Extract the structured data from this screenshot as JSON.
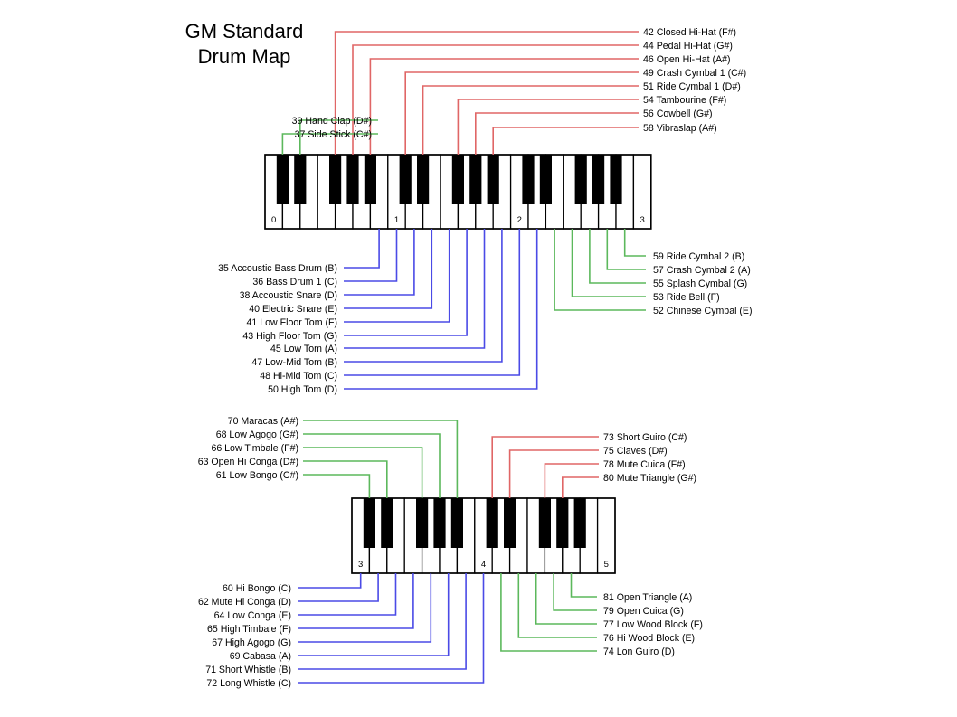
{
  "title": {
    "line1": "GM Standard",
    "line2": "Drum Map"
  },
  "colors": {
    "red": "#e06666",
    "green": "#5cb85c",
    "blue": "#4a4ae6"
  },
  "keyboards": [
    {
      "octave_labels": [
        "0",
        "1",
        "2",
        "3"
      ],
      "top_right": [
        "42 Closed Hi-Hat (F#)",
        "44 Pedal Hi-Hat (G#)",
        "46 Open Hi-Hat (A#)",
        "49 Crash Cymbal 1 (C#)",
        "51 Ride Cymbal 1 (D#)",
        "54 Tambourine (F#)",
        "56 Cowbell (G#)",
        "58 Vibraslap (A#)"
      ],
      "top_left": [
        "39 Hand Clap (D#)",
        "37 Side Stick (C#)"
      ],
      "bottom_left": [
        "35 Accoustic Bass Drum (B)",
        "36 Bass Drum 1 (C)",
        "38 Accoustic Snare (D)",
        "40 Electric Snare (E)",
        "41 Low Floor Tom (F)",
        "43 High Floor Tom (G)",
        "45 Low Tom (A)",
        "47 Low-Mid Tom (B)",
        "48 Hi-Mid Tom (C)",
        "50 High Tom (D)"
      ],
      "bottom_right": [
        "59 Ride Cymbal 2 (B)",
        "57 Crash Cymbal 2 (A)",
        "55 Splash Cymbal (G)",
        "53 Ride Bell (F)",
        "52 Chinese Cymbal (E)"
      ]
    },
    {
      "octave_labels": [
        "3",
        "4",
        "5"
      ],
      "top_left": [
        "70 Maracas (A#)",
        "68 Low Agogo (G#)",
        "66 Low Timbale (F#)",
        "63 Open Hi Conga (D#)",
        "61 Low Bongo (C#)"
      ],
      "top_right": [
        "73 Short Guiro (C#)",
        "75 Claves (D#)",
        "78 Mute Cuica (F#)",
        "80 Mute Triangle (G#)"
      ],
      "bottom_left": [
        "60 Hi Bongo (C)",
        "62 Mute Hi Conga (D)",
        "64 Low Conga (E)",
        "65 High Timbale (F)",
        "67 High Agogo (G)",
        "69 Cabasa (A)",
        "71 Short Whistle (B)",
        "72 Long Whistle (C)"
      ],
      "bottom_right": [
        "81 Open Triangle (A)",
        "79 Open Cuica (G)",
        "77 Low Wood Block (F)",
        "76 Hi Wood Block (E)",
        "74 Lon Guiro (D)"
      ]
    }
  ]
}
